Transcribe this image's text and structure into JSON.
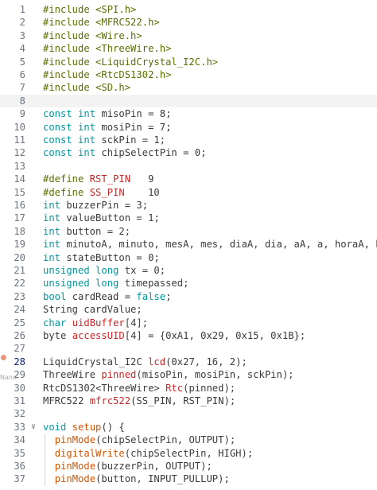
{
  "colors": {
    "keyword": "#0000ff",
    "preprocessor": "#5e6d03",
    "type": "#00979c",
    "function": "#d35400",
    "macro": "#c82829",
    "plain": "#3b3b3b"
  },
  "hover_hint": "Nano Interactions",
  "lines": [
    {
      "num": "1",
      "tokens": [
        {
          "t": "#include <SPI.h>",
          "c": "preprocessor"
        }
      ]
    },
    {
      "num": "2",
      "tokens": [
        {
          "t": "#include <MFRC522.h>",
          "c": "preprocessor"
        }
      ]
    },
    {
      "num": "3",
      "tokens": [
        {
          "t": "#include <Wire.h>",
          "c": "preprocessor"
        }
      ]
    },
    {
      "num": "4",
      "tokens": [
        {
          "t": "#include <ThreeWire.h>",
          "c": "preprocessor"
        }
      ]
    },
    {
      "num": "5",
      "tokens": [
        {
          "t": "#include <LiquidCrystal_I2C.h>",
          "c": "preprocessor"
        }
      ]
    },
    {
      "num": "6",
      "tokens": [
        {
          "t": "#include <RtcDS1302.h>",
          "c": "preprocessor"
        }
      ]
    },
    {
      "num": "7",
      "tokens": [
        {
          "t": "#include <SD.h>",
          "c": "preprocessor"
        }
      ]
    },
    {
      "num": "8",
      "tokens": []
    },
    {
      "num": "9",
      "tokens": [
        {
          "t": "const int",
          "c": "type"
        },
        {
          "t": " misoPin = 8;",
          "c": "plain"
        }
      ]
    },
    {
      "num": "10",
      "tokens": [
        {
          "t": "const int",
          "c": "type"
        },
        {
          "t": " mosiPin = 7;",
          "c": "plain"
        }
      ]
    },
    {
      "num": "11",
      "tokens": [
        {
          "t": "const int",
          "c": "type"
        },
        {
          "t": " sckPin = 1;",
          "c": "plain"
        }
      ]
    },
    {
      "num": "12",
      "tokens": [
        {
          "t": "const int",
          "c": "type"
        },
        {
          "t": " chipSelectPin = 0;",
          "c": "plain"
        }
      ]
    },
    {
      "num": "13",
      "tokens": []
    },
    {
      "num": "14",
      "tokens": [
        {
          "t": "#define ",
          "c": "preprocessor"
        },
        {
          "t": "RST_PIN",
          "c": "macro"
        },
        {
          "t": "   9",
          "c": "plain"
        }
      ]
    },
    {
      "num": "15",
      "tokens": [
        {
          "t": "#define ",
          "c": "preprocessor"
        },
        {
          "t": "SS_PIN",
          "c": "macro"
        },
        {
          "t": "    10",
          "c": "plain"
        }
      ]
    },
    {
      "num": "16",
      "tokens": [
        {
          "t": "int",
          "c": "type"
        },
        {
          "t": " buzzerPin = 3;",
          "c": "plain"
        }
      ]
    },
    {
      "num": "17",
      "tokens": [
        {
          "t": "int",
          "c": "type"
        },
        {
          "t": " valueButton = 1;",
          "c": "plain"
        }
      ]
    },
    {
      "num": "18",
      "tokens": [
        {
          "t": "int",
          "c": "type"
        },
        {
          "t": " button = 2;",
          "c": "plain"
        }
      ]
    },
    {
      "num": "19",
      "tokens": [
        {
          "t": "int",
          "c": "type"
        },
        {
          "t": " minutoA, minuto, mesA, mes, diaA, dia, aA, a, horaA, hora;",
          "c": "plain"
        }
      ]
    },
    {
      "num": "20",
      "tokens": [
        {
          "t": "int",
          "c": "type"
        },
        {
          "t": " stateButton = 0;",
          "c": "plain"
        }
      ]
    },
    {
      "num": "21",
      "tokens": [
        {
          "t": "unsigned long",
          "c": "type"
        },
        {
          "t": " tx = 0;",
          "c": "plain"
        }
      ]
    },
    {
      "num": "22",
      "tokens": [
        {
          "t": "unsigned long",
          "c": "type"
        },
        {
          "t": " timepassed;",
          "c": "plain"
        }
      ]
    },
    {
      "num": "23",
      "tokens": [
        {
          "t": "bool",
          "c": "type"
        },
        {
          "t": " cardRead = ",
          "c": "plain"
        },
        {
          "t": "false",
          "c": "type"
        },
        {
          "t": ";",
          "c": "plain"
        }
      ]
    },
    {
      "num": "24",
      "tokens": [
        {
          "t": "String cardValue;",
          "c": "plain"
        }
      ]
    },
    {
      "num": "25",
      "tokens": [
        {
          "t": "char",
          "c": "type"
        },
        {
          "t": " ",
          "c": "plain"
        },
        {
          "t": "uidBuffer",
          "c": "macro"
        },
        {
          "t": "[4];",
          "c": "plain"
        }
      ]
    },
    {
      "num": "26",
      "tokens": [
        {
          "t": "byte",
          "c": "plain"
        },
        {
          "t": " ",
          "c": "plain"
        },
        {
          "t": "accessUID",
          "c": "macro"
        },
        {
          "t": "[4] = {0xA1, 0x29, 0x15, 0x1B};",
          "c": "plain"
        }
      ]
    },
    {
      "num": "27",
      "tokens": []
    },
    {
      "num": "28",
      "tokens": [
        {
          "t": "LiquidCrystal_I2C ",
          "c": "plain"
        },
        {
          "t": "lcd",
          "c": "macro"
        },
        {
          "t": "(0x27, 16, 2);",
          "c": "plain"
        }
      ]
    },
    {
      "num": "29",
      "tokens": [
        {
          "t": "ThreeWire ",
          "c": "plain"
        },
        {
          "t": "pinned",
          "c": "macro"
        },
        {
          "t": "(misoPin, mosiPin, sckPin);",
          "c": "plain"
        }
      ]
    },
    {
      "num": "30",
      "tokens": [
        {
          "t": "RtcDS1302<ThreeWire> ",
          "c": "plain"
        },
        {
          "t": "Rtc",
          "c": "macro"
        },
        {
          "t": "(pinned);",
          "c": "plain"
        }
      ]
    },
    {
      "num": "31",
      "tokens": [
        {
          "t": "MFRC522 ",
          "c": "plain"
        },
        {
          "t": "mfrc522",
          "c": "macro"
        },
        {
          "t": "(SS_PIN, RST_PIN);",
          "c": "plain"
        }
      ]
    },
    {
      "num": "32",
      "tokens": []
    },
    {
      "num": "33",
      "fold": "∨",
      "tokens": [
        {
          "t": "void",
          "c": "type"
        },
        {
          "t": " ",
          "c": "plain"
        },
        {
          "t": "setup",
          "c": "function"
        },
        {
          "t": "() {",
          "c": "plain"
        }
      ]
    },
    {
      "num": "34",
      "tokens": [
        {
          "t": "  ",
          "c": "plain"
        },
        {
          "t": "pinMode",
          "c": "function"
        },
        {
          "t": "(chipSelectPin, OUTPUT);",
          "c": "plain"
        }
      ]
    },
    {
      "num": "35",
      "tokens": [
        {
          "t": "  ",
          "c": "plain"
        },
        {
          "t": "digitalWrite",
          "c": "function"
        },
        {
          "t": "(chipSelectPin, HIGH);",
          "c": "plain"
        }
      ]
    },
    {
      "num": "36",
      "tokens": [
        {
          "t": "  ",
          "c": "plain"
        },
        {
          "t": "pinMode",
          "c": "function"
        },
        {
          "t": "(buzzerPin, OUTPUT);",
          "c": "plain"
        }
      ]
    },
    {
      "num": "37",
      "tokens": [
        {
          "t": "  ",
          "c": "plain"
        },
        {
          "t": "pinMode",
          "c": "function"
        },
        {
          "t": "(button, INPUT_PULLUP);",
          "c": "plain"
        }
      ]
    }
  ]
}
